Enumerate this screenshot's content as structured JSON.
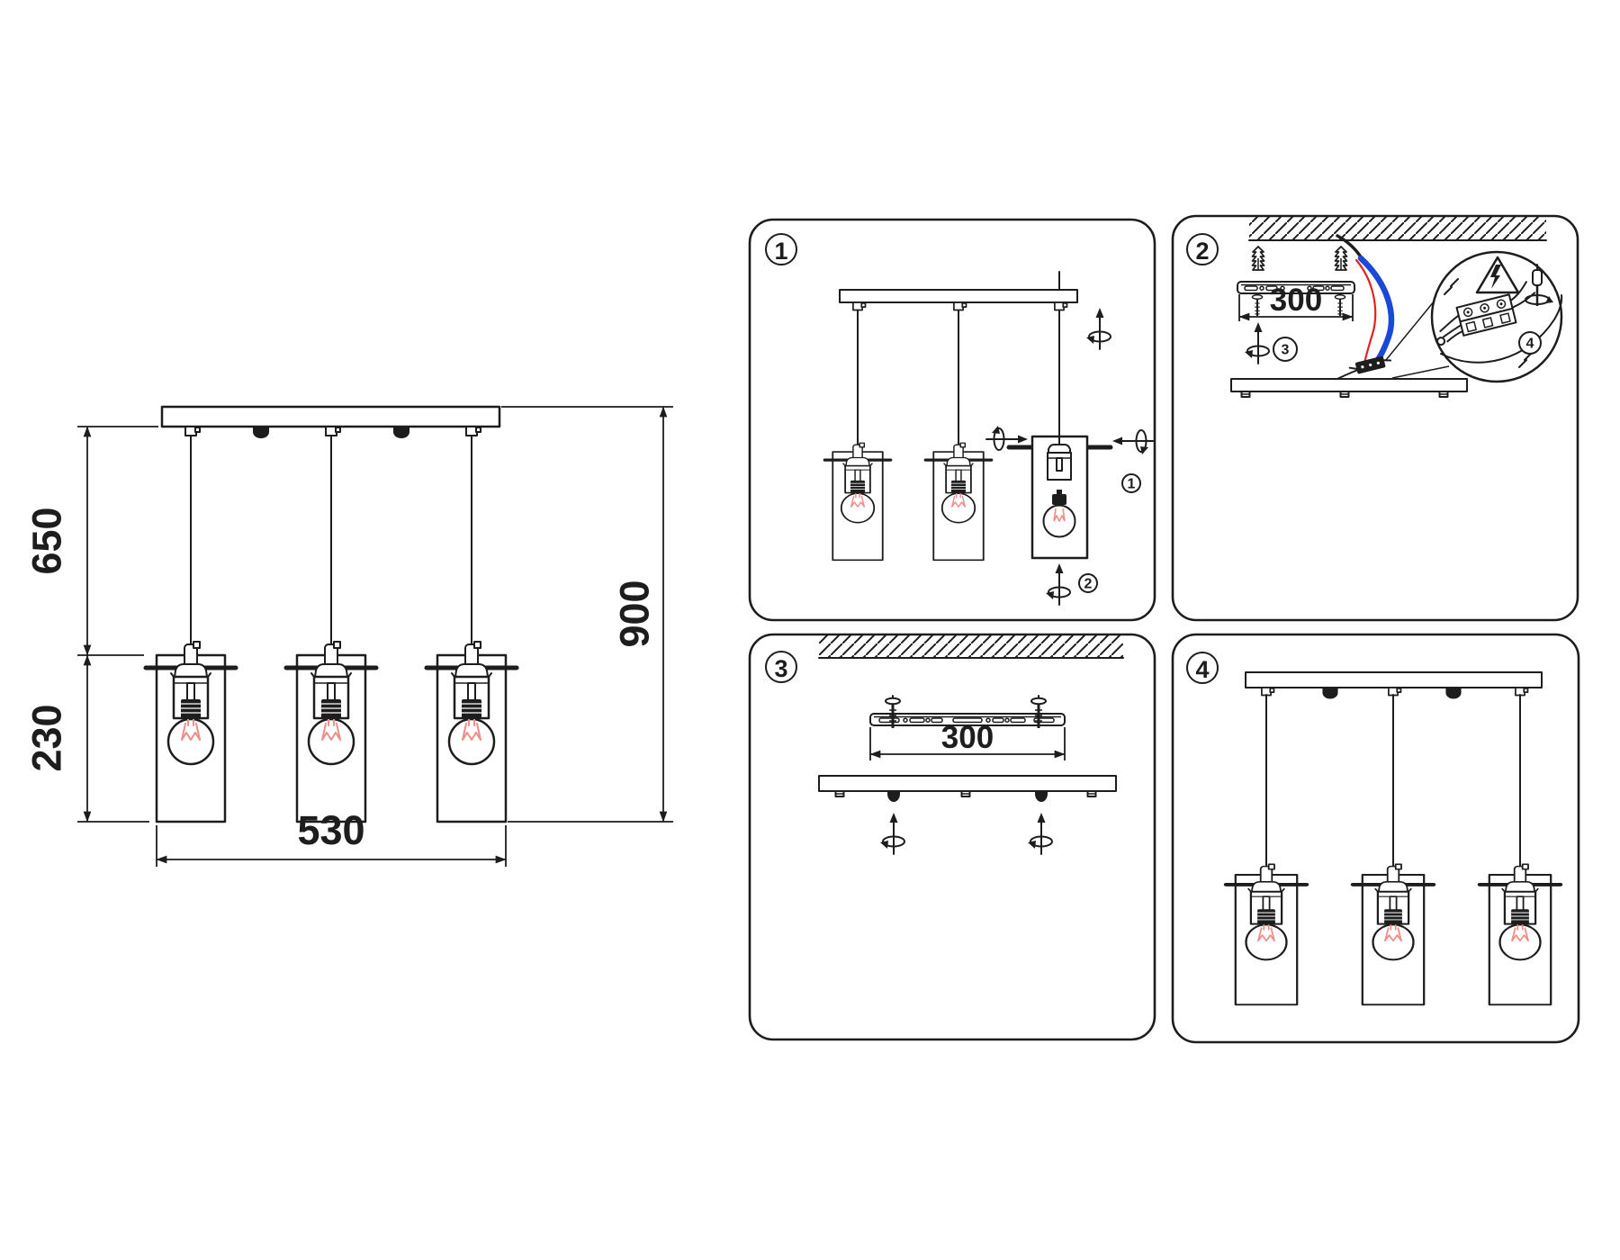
{
  "drawing": {
    "dim_drop_mm": "650",
    "dim_shade_mm": "230",
    "dim_total_mm": "900",
    "dim_width_mm": "530"
  },
  "steps": [
    {
      "label": "1",
      "sub_labels": [
        "1",
        "2"
      ]
    },
    {
      "label": "2",
      "bracket_width": "300",
      "sub_labels": [
        "3",
        "4"
      ]
    },
    {
      "label": "3",
      "bracket_width": "300"
    },
    {
      "label": "4"
    }
  ],
  "colors": {
    "line": "#1d1d1d",
    "wire_red": "#e02420",
    "wire_blue": "#1a49d8",
    "filament_red": "#ef8e88"
  },
  "icons": [
    "rotation-icon",
    "wall-plug-icon",
    "screw-icon",
    "electric-shock-warning-icon",
    "screwdriver-icon",
    "terminal-block-icon",
    "ceiling-hatch"
  ]
}
